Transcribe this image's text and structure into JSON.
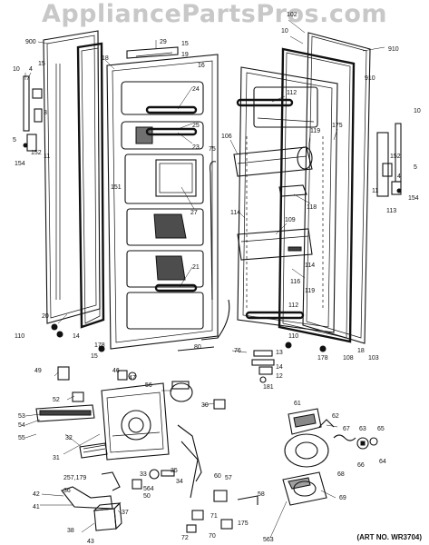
{
  "watermark": "AppliancePartsPros.com",
  "art_no": "(ART NO. WR3704)",
  "callouts": {
    "c102": "102",
    "c10a": "10",
    "c910a": "910",
    "c900": "900",
    "c29": "29",
    "c15a": "15",
    "c19": "19",
    "c16": "16",
    "c18": "18",
    "c10b": "10",
    "c4a": "4",
    "c15b": "15",
    "c3": "3",
    "c5a": "5",
    "c152a": "152",
    "c11a": "11",
    "c154a": "154",
    "c24": "24",
    "c25": "25",
    "c23": "23",
    "c75": "75",
    "c106": "106",
    "c112a": "112",
    "c175a": "175",
    "c910b": "910",
    "c10c": "10",
    "c5b": "5",
    "c152b": "152",
    "c4b": "4",
    "c154b": "154",
    "c113": "113",
    "c11b": "11",
    "c151": "151",
    "c27": "27",
    "c119": "119",
    "c118": "118",
    "c114a": "114",
    "c109": "109",
    "c114b": "114",
    "c116": "116",
    "c119b": "119",
    "c112b": "112",
    "c21": "21",
    "c20": "20",
    "c110a": "110",
    "c14a": "14",
    "c178a": "178",
    "c80": "80",
    "c76": "76",
    "c15c": "15",
    "c13": "13",
    "c14b": "14",
    "c12": "12",
    "c181": "181",
    "c110b": "110",
    "c178b": "178",
    "c108": "108",
    "c18b": "18",
    "c103": "103",
    "c49": "49",
    "c46": "46",
    "c47": "47",
    "c56": "56",
    "c52": "52",
    "c53": "53",
    "c54": "54",
    "c55": "55",
    "c32": "32",
    "c31": "31",
    "c30": "30",
    "c61": "61",
    "c62": "62",
    "c67": "67",
    "c63": "63",
    "c65": "65",
    "c66": "66",
    "c64": "64",
    "c68": "68",
    "c257": "257,179",
    "c33": "33",
    "c35": "35",
    "c60": "60",
    "c34": "34",
    "c564": "564",
    "c50": "50",
    "c57": "57",
    "c58": "58",
    "c69": "69",
    "c42": "42",
    "c36": "36",
    "c41": "41",
    "c37": "37",
    "c38": "38",
    "c43": "43",
    "c72": "72",
    "c71": "71",
    "c175b": "175",
    "c70": "70",
    "c563": "563"
  }
}
